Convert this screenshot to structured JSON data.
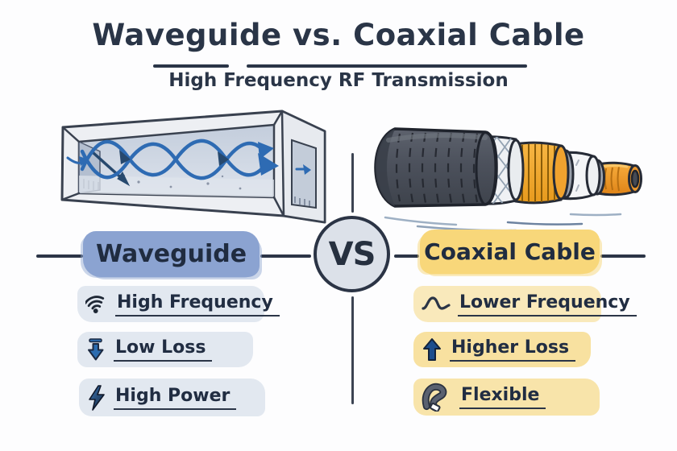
{
  "header": {
    "title": "Waveguide vs. Coaxial Cable",
    "subtitle": "High Frequency RF Transmission"
  },
  "center": {
    "vs_label": "VS"
  },
  "left_column": {
    "badge": "Waveguide",
    "items": [
      {
        "icon": "wifi-icon",
        "label": "High Frequency"
      },
      {
        "icon": "download-arrow-icon",
        "label": "Low Loss"
      },
      {
        "icon": "lightning-bolt-icon",
        "label": "High Power"
      }
    ]
  },
  "right_column": {
    "badge": "Coaxial Cable",
    "items": [
      {
        "icon": "sine-wave-icon",
        "label": "Lower Frequency"
      },
      {
        "icon": "up-arrow-icon",
        "label": "Higher Loss"
      },
      {
        "icon": "flexible-cable-icon",
        "label": "Flexible"
      }
    ]
  },
  "illustrations": {
    "left": "waveguide-illustration",
    "right": "coax-cable-cutaway-illustration"
  },
  "colors": {
    "ink": "#2a3547",
    "wave_blue": "#2e6bb3",
    "waveguide_badge": "#8ba3d1",
    "coax_badge": "#f8d77a",
    "left_item_bg": "#e2e8f0",
    "right_item_bg": "#f9e6ac",
    "jacket_gray": "#4c515c",
    "foil_orange": "#f3a832",
    "conductor_orange": "#ef9a2c"
  }
}
